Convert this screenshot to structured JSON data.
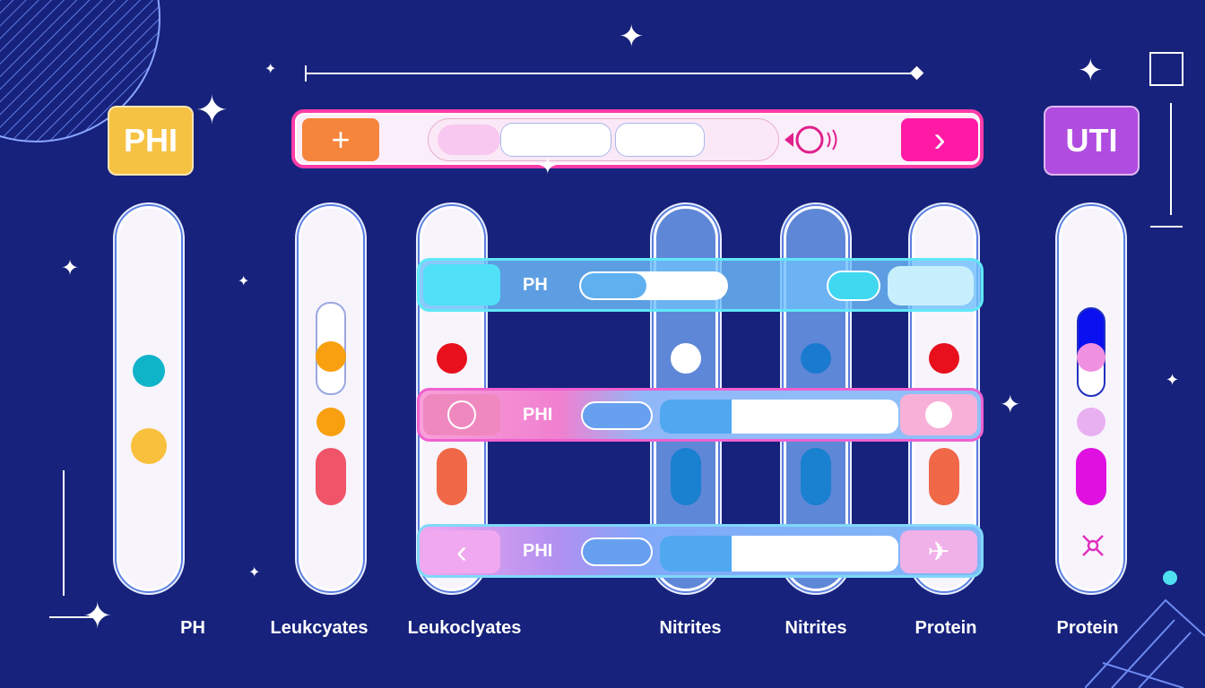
{
  "badges": {
    "left": "PHI",
    "right": "UTI"
  },
  "toolbar": {
    "add_icon": "+",
    "next_icon": "›"
  },
  "bars": [
    {
      "label": "PH"
    },
    {
      "label": "PHI"
    },
    {
      "label": "PHI"
    }
  ],
  "labels": [
    "PH",
    "Leukcyates",
    "Leukoclyates",
    "Nitrites",
    "Nitrites",
    "Protein",
    "Protein"
  ],
  "colors": {
    "background": "#17227c",
    "accent_pink": "#ff3ca8",
    "orange": "#f5843c",
    "magenta": "#ff1aa5",
    "yellow": "#f6c244",
    "purple": "#b04de0"
  }
}
